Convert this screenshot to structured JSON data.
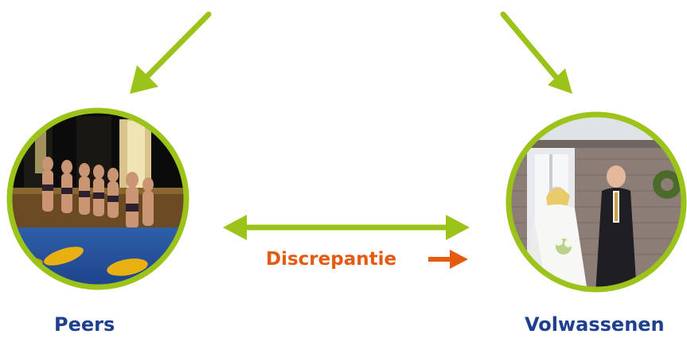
{
  "labels": {
    "peers": "Peers",
    "adults": "Volwassenen",
    "discrepancy": "Discrepantie"
  },
  "nodes": [
    {
      "id": "peers",
      "photo": "group of teenagers in swimwear at a pool"
    },
    {
      "id": "adults",
      "photo": "bride and groom at a doorway"
    }
  ],
  "colors": {
    "accent_green": "#9cc31a",
    "label_blue": "#1f3f8f",
    "discrepancy_orange": "#e35a10"
  }
}
